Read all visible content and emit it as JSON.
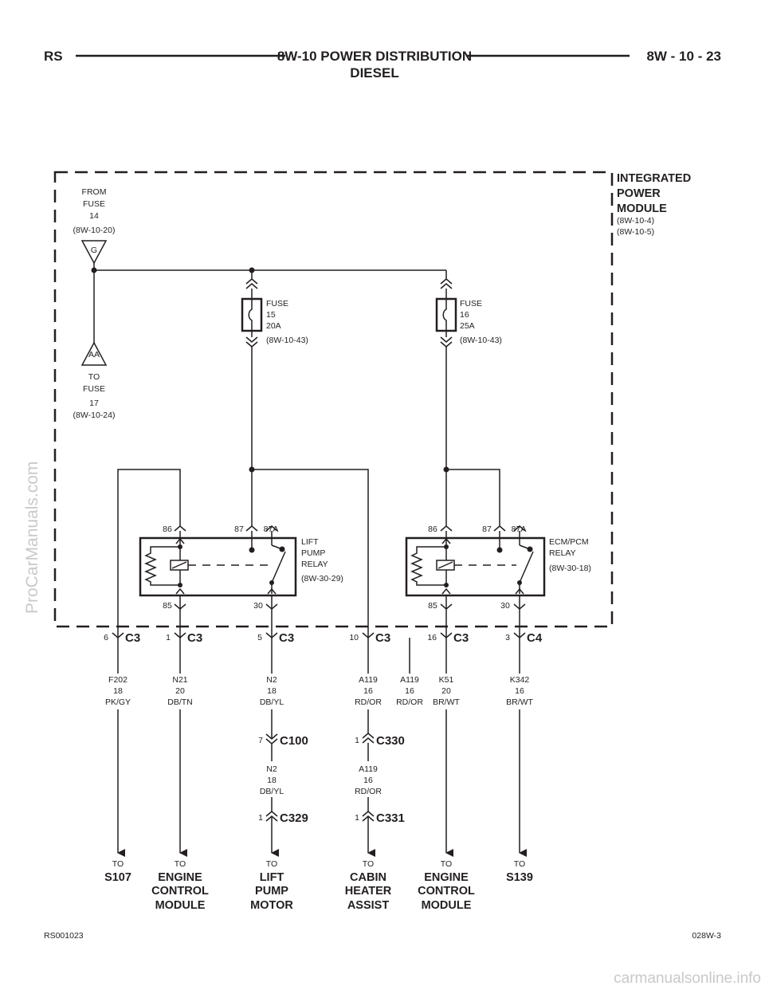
{
  "header": {
    "left": "RS",
    "title_line1": "8W-10 POWER DISTRIBUTION",
    "title_line2": "DIESEL",
    "page": "8W - 10 - 23"
  },
  "module": {
    "name_line1": "INTEGRATED",
    "name_line2": "POWER",
    "name_line3": "MODULE",
    "ref1": "(8W-10-4)",
    "ref2": "(8W-10-5)"
  },
  "source": {
    "line1": "FROM",
    "line2": "FUSE",
    "line3": "14",
    "ref": "(8W-10-20)",
    "tag": "G"
  },
  "output": {
    "line1": "TO",
    "line2": "FUSE",
    "line3": "17",
    "ref": "(8W-10-24)",
    "tag": "AA"
  },
  "fuses": [
    {
      "line1": "FUSE",
      "line2": "15",
      "line3": "20A",
      "ref": "(8W-10-43)"
    },
    {
      "line1": "FUSE",
      "line2": "16",
      "line3": "25A",
      "ref": "(8W-10-43)"
    }
  ],
  "relays": [
    {
      "line1": "LIFT",
      "line2": "PUMP",
      "line3": "RELAY",
      "ref": "(8W-30-29)",
      "pin86": "86",
      "pin87": "87",
      "pin87a": "87A",
      "pin85": "85",
      "pin30": "30"
    },
    {
      "line1": "ECM/PCM",
      "line2": "RELAY",
      "ref": "(8W-30-18)",
      "pin86": "86",
      "pin87": "87",
      "pin87a": "87A",
      "pin85": "85",
      "pin30": "30"
    }
  ],
  "connectors": [
    {
      "pin": "6",
      "name": "C3"
    },
    {
      "pin": "1",
      "name": "C3"
    },
    {
      "pin": "5",
      "name": "C3"
    },
    {
      "pin": "10",
      "name": "C3"
    },
    {
      "pin": "16",
      "name": "C3"
    },
    {
      "pin": "3",
      "name": "C4"
    }
  ],
  "wires": [
    {
      "circuit": "F202",
      "gauge": "18",
      "color": "PK/GY"
    },
    {
      "circuit": "N21",
      "gauge": "20",
      "color": "DB/TN"
    },
    {
      "circuit": "N2",
      "gauge": "18",
      "color": "DB/YL"
    },
    {
      "circuit": "A119",
      "gauge": "16",
      "color": "RD/OR"
    },
    {
      "circuit": "A119",
      "gauge": "16",
      "color": "RD/OR"
    },
    {
      "circuit": "K51",
      "gauge": "20",
      "color": "BR/WT"
    },
    {
      "circuit": "K342",
      "gauge": "16",
      "color": "BR/WT"
    }
  ],
  "inline_connectors": [
    {
      "pin": "7",
      "name": "C100"
    },
    {
      "pin": "1",
      "name": "C329"
    },
    {
      "pin": "1",
      "name": "C330"
    },
    {
      "pin": "1",
      "name": "C331"
    }
  ],
  "inline_wires": [
    {
      "circuit": "N2",
      "gauge": "18",
      "color": "DB/YL"
    },
    {
      "circuit": "A119",
      "gauge": "16",
      "color": "RD/OR"
    }
  ],
  "destinations": [
    {
      "to": "TO",
      "line1": "S107"
    },
    {
      "to": "TO",
      "line1": "ENGINE",
      "line2": "CONTROL",
      "line3": "MODULE"
    },
    {
      "to": "TO",
      "line1": "LIFT",
      "line2": "PUMP",
      "line3": "MOTOR"
    },
    {
      "to": "TO",
      "line1": "CABIN",
      "line2": "HEATER",
      "line3": "ASSIST"
    },
    {
      "to": "TO",
      "line1": "ENGINE",
      "line2": "CONTROL",
      "line3": "MODULE"
    },
    {
      "to": "TO",
      "line1": "S139"
    }
  ],
  "footer": {
    "left": "RS001023",
    "right": "028W-3"
  },
  "watermarks": {
    "side": "ProCarManuals.com",
    "bottom": "carmanualsonline.info"
  },
  "colors": {
    "ink": "#231f20",
    "watermark": "#c9c9c9"
  }
}
